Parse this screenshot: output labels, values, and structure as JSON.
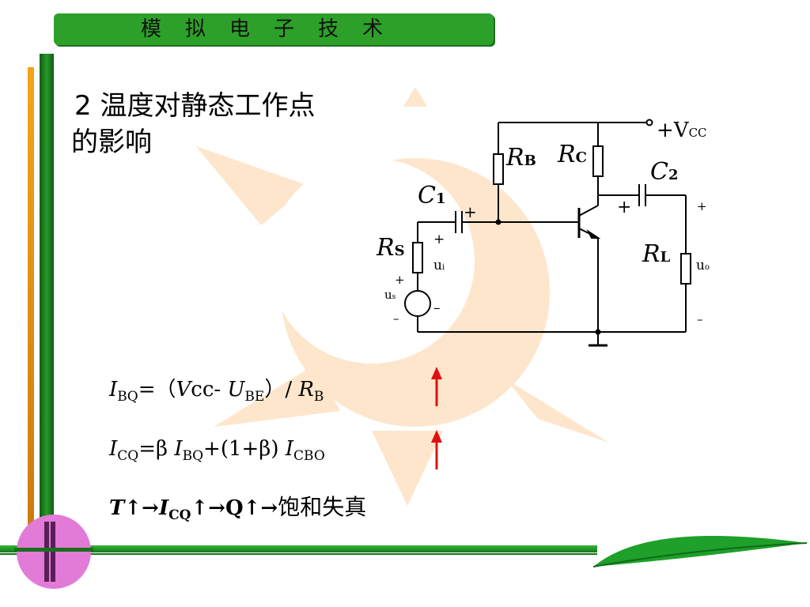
{
  "header": {
    "title": "模拟电子技术"
  },
  "section": {
    "title_line1": "2 温度对静态工作点",
    "title_line2": "的影响"
  },
  "circuit": {
    "vcc": "+V",
    "vcc_sub": "CC",
    "rb": "R",
    "rb_sub": "B",
    "rc": "R",
    "rc_sub": "C",
    "c1": "C",
    "c1_sub": "1",
    "c2": "C",
    "c2_sub": "2",
    "rs": "R",
    "rs_sub": "S",
    "rl": "R",
    "rl_sub": "L",
    "ui": "u",
    "ui_sub": "i",
    "uo": "u",
    "uo_sub": "o",
    "us": "u",
    "us_sub": "s",
    "plus": "+",
    "minus": "–"
  },
  "formulas": {
    "f1": {
      "i": "I",
      "i_sub": "BQ",
      "eq": "=（",
      "v": "V",
      "cc": "cc- ",
      "u": "U",
      "u_sub": "BE",
      "tail": "）/ ",
      "r": "R",
      "r_sub": "B"
    },
    "f2": {
      "i": "I",
      "i_sub": "CQ",
      "eq": "=β ",
      "i2": "I",
      "i2_sub": "BQ",
      "mid": "+(1+β) ",
      "i3": "I",
      "i3_sub": "CBO"
    },
    "f3": {
      "t": "T",
      "a1": "↑→",
      "i": "I",
      "i_sub": "CQ",
      "a2": "↑→Q↑→",
      "tail": "饱和失真"
    }
  },
  "colors": {
    "accent_green": "#2da02a",
    "arrow_red": "#e01010",
    "sun_bg": "#fde6cc",
    "logo_pink": "#e27ad8"
  }
}
